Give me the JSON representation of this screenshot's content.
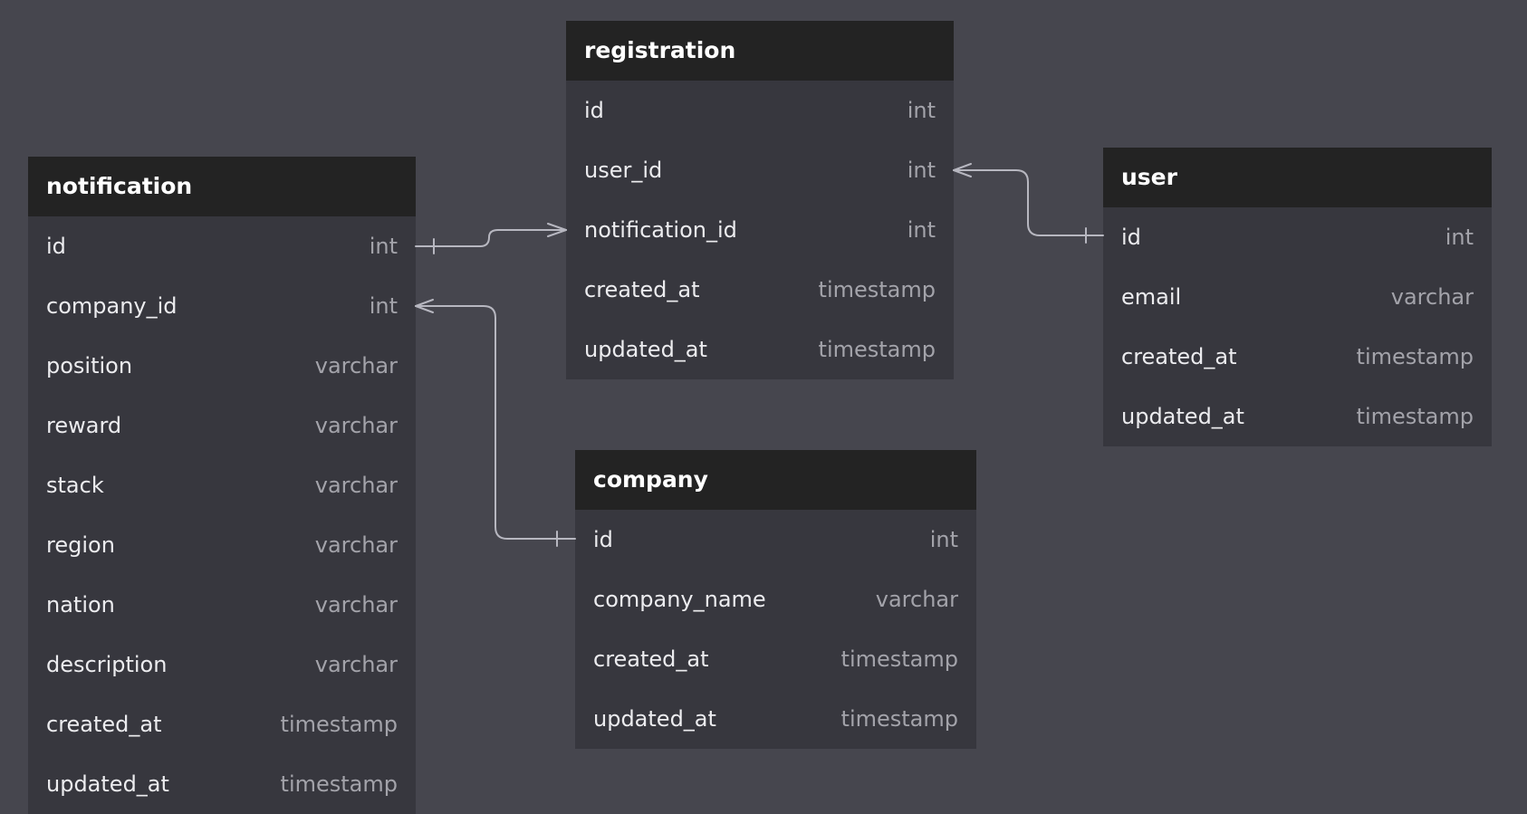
{
  "entities": {
    "registration": {
      "name": "registration",
      "fields": [
        {
          "name": "id",
          "type": "int"
        },
        {
          "name": "user_id",
          "type": "int"
        },
        {
          "name": "notification_id",
          "type": "int"
        },
        {
          "name": "created_at",
          "type": "timestamp"
        },
        {
          "name": "updated_at",
          "type": "timestamp"
        }
      ]
    },
    "notification": {
      "name": "notification",
      "fields": [
        {
          "name": "id",
          "type": "int"
        },
        {
          "name": "company_id",
          "type": "int"
        },
        {
          "name": "position",
          "type": "varchar"
        },
        {
          "name": "reward",
          "type": "varchar"
        },
        {
          "name": "stack",
          "type": "varchar"
        },
        {
          "name": "region",
          "type": "varchar"
        },
        {
          "name": "nation",
          "type": "varchar"
        },
        {
          "name": "description",
          "type": "varchar"
        },
        {
          "name": "created_at",
          "type": "timestamp"
        },
        {
          "name": "updated_at",
          "type": "timestamp"
        }
      ]
    },
    "user": {
      "name": "user",
      "fields": [
        {
          "name": "id",
          "type": "int"
        },
        {
          "name": "email",
          "type": "varchar"
        },
        {
          "name": "created_at",
          "type": "timestamp"
        },
        {
          "name": "updated_at",
          "type": "timestamp"
        }
      ]
    },
    "company": {
      "name": "company",
      "fields": [
        {
          "name": "id",
          "type": "int"
        },
        {
          "name": "company_name",
          "type": "varchar"
        },
        {
          "name": "created_at",
          "type": "timestamp"
        },
        {
          "name": "updated_at",
          "type": "timestamp"
        }
      ]
    }
  },
  "relations": [
    {
      "from": "registration.user_id",
      "from_cardinality": "many",
      "to": "user.id",
      "to_cardinality": "one"
    },
    {
      "from": "registration.notification_id",
      "from_cardinality": "many",
      "to": "notification.id",
      "to_cardinality": "one"
    },
    {
      "from": "notification.company_id",
      "from_cardinality": "many",
      "to": "company.id",
      "to_cardinality": "one"
    }
  ],
  "colors": {
    "canvas_background": "#46464e",
    "entity_header": "#232323",
    "entity_body": "#37373e",
    "field_name_text": "#ececef",
    "field_type_text": "#a3a3aa",
    "connector_line": "#b7b7c0"
  }
}
